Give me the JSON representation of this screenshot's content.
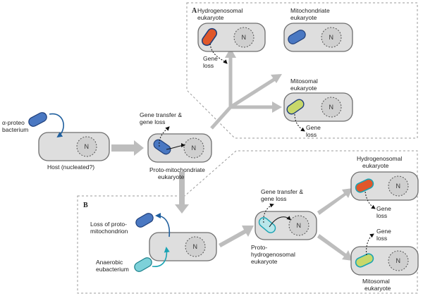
{
  "panels": {
    "a": {
      "letter": "A"
    },
    "b": {
      "letter": "B"
    }
  },
  "labels": {
    "alpha_proteobacterium": [
      "α-proteo",
      "bacterium"
    ],
    "host": "Host (nucleated?)",
    "gene_transfer_1": [
      "Gene transfer &",
      "gene loss"
    ],
    "proto_mitochondriate": [
      "Proto-mitochondriate",
      "eukaryote"
    ],
    "hydrogenosomal_a": [
      "Hydrogenosomal",
      "eukaryote"
    ],
    "gene_loss_a1": [
      "Gene",
      "loss"
    ],
    "mitochondriate": [
      "Mitochondriate",
      "eukaryote"
    ],
    "mitosomal_a": [
      "Mitosomal",
      "eukaryote"
    ],
    "gene_loss_a2": [
      "Gene",
      "loss"
    ],
    "loss_of_protomitochondrion": [
      "Loss of proto-",
      "mitochondrion"
    ],
    "anaerobic_eubacterium": [
      "Anaerobic",
      "eubacterium"
    ],
    "gene_transfer_2": [
      "Gene transfer &",
      "gene loss"
    ],
    "proto_hydrogenosomal": [
      "Proto-",
      "hydrogenosomal",
      "eukaryote"
    ],
    "hydrogenosomal_b": [
      "Hydrogenosomal",
      "eukaryote"
    ],
    "gene_loss_b1": [
      "Gene",
      "loss"
    ],
    "gene_loss_b2": [
      "Gene",
      "loss"
    ],
    "mitosomal_b": [
      "Mitosomal",
      "eukaryote"
    ]
  },
  "nucleus_letter": "N",
  "colors": {
    "cell_fill": "#dedede",
    "cell_stroke": "#6e6e6e",
    "big_arrow": "#bdbdbd",
    "mito_blue": "#4a78c2",
    "hydrogenosome_orange": "#e0572a",
    "mitosome_yellow_green": "#c8d86a",
    "anaerobe_teal": "#26b3c0",
    "proto_arrow_blue": "#1f5f9e",
    "anaerobe_arrow_teal": "#1aa3b3",
    "panel_border": "#999999"
  }
}
